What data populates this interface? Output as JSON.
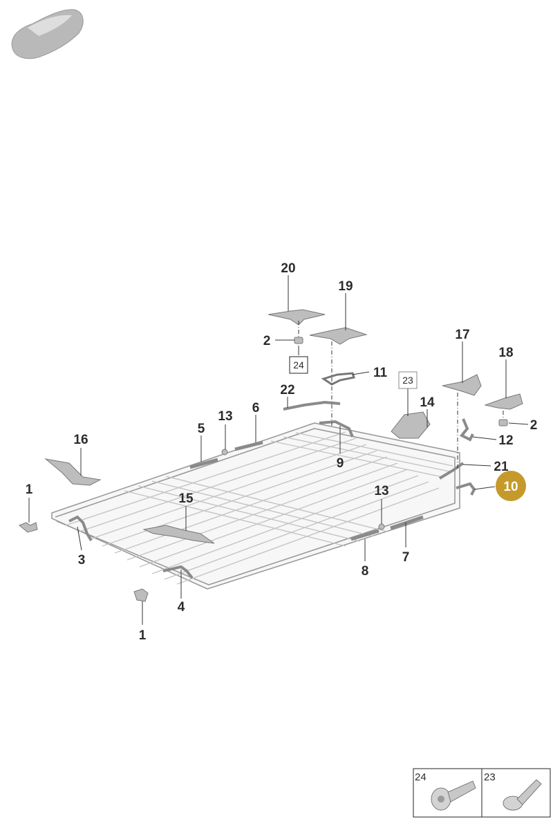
{
  "colors": {
    "line": "#555555",
    "part_fill": "#bdbdbd",
    "part_dark": "#8a8a8a",
    "frame_fill": "#f4f4f4",
    "frame_stroke": "#9a9a9a",
    "highlight": "#c59a2b",
    "highlight_text": "#ffffff"
  },
  "icons": {
    "vehicle_thumbnail": "car-silhouette-icon"
  },
  "callouts": {
    "c20": "20",
    "c19": "19",
    "c2a": "2",
    "c24": "24",
    "c11": "11",
    "c22": "22",
    "c23": "23",
    "c14": "14",
    "c17": "17",
    "c18": "18",
    "c2b": "2",
    "c12": "12",
    "c21": "21",
    "c10": "10",
    "c13a": "13",
    "c6": "6",
    "c5": "5",
    "c9": "9",
    "c16": "16",
    "c15": "15",
    "c1a": "1",
    "c3": "3",
    "c4": "4",
    "c1b": "1",
    "c13b": "13",
    "c8": "8",
    "c7": "7"
  },
  "highlighted_part": "10",
  "legend": {
    "items": [
      {
        "label": "24",
        "icon": "torx-bolt-icon"
      },
      {
        "label": "23",
        "icon": "long-bolt-icon"
      }
    ]
  }
}
